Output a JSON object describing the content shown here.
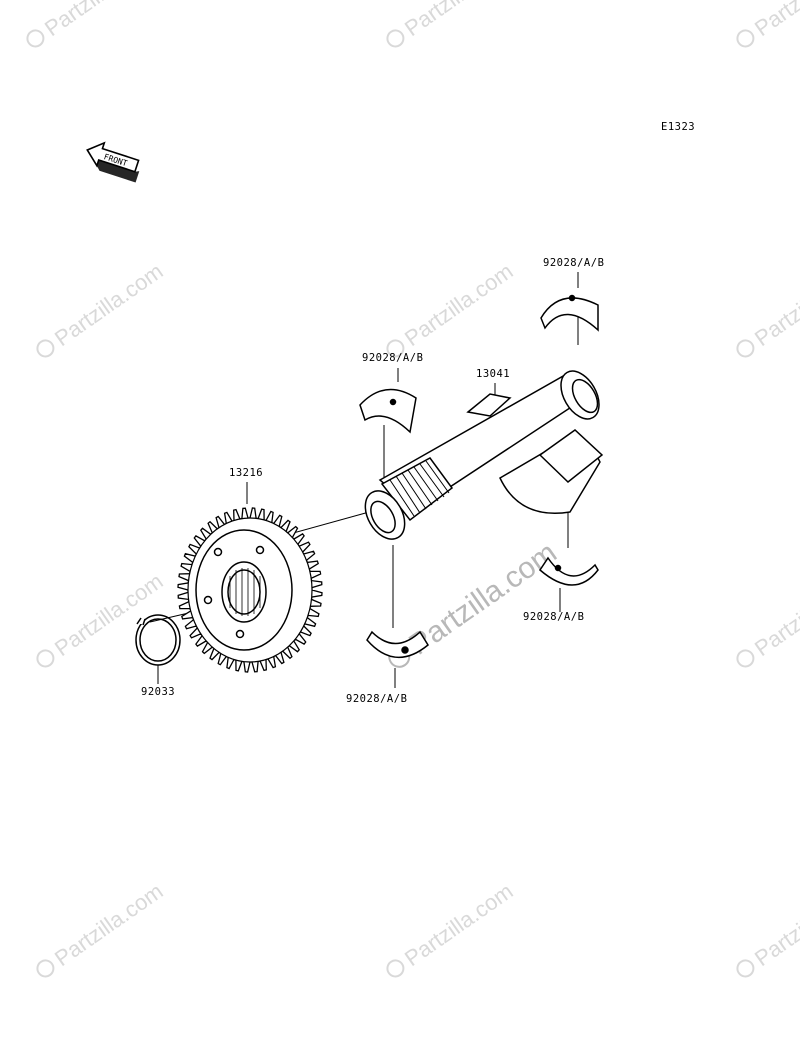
{
  "diagram": {
    "code": "E1323",
    "front_arrow_text": "FRONT",
    "watermark_text": "Partzilla.com",
    "parts": {
      "bearing_top_right": "92028/A/B",
      "bearing_top_middle": "92028/A/B",
      "shaft": "13041",
      "gear": "13216",
      "bearing_lower_right": "92028/A/B",
      "circlip": "92033",
      "bearing_bottom_middle": "92028/A/B"
    }
  }
}
